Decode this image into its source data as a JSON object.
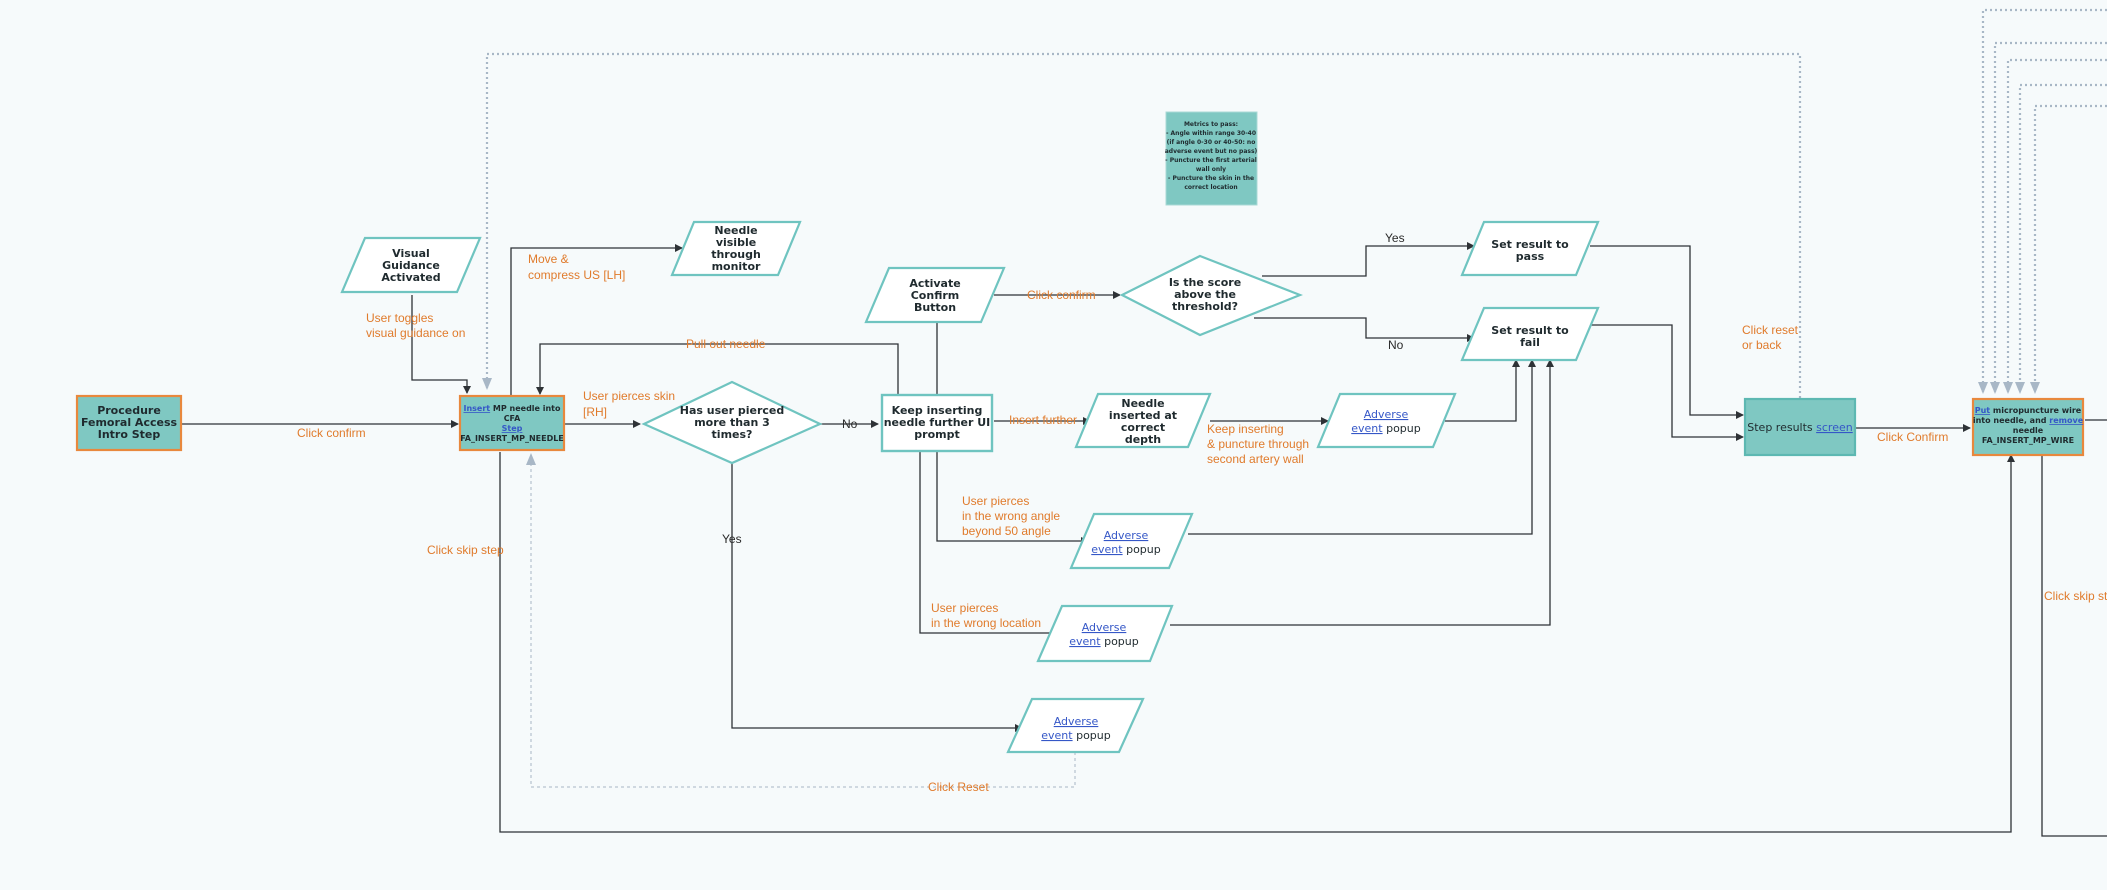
{
  "nodes": {
    "intro": {
      "lines": [
        "Procedure",
        "Femoral Access",
        "Intro Step"
      ]
    },
    "insert": {
      "link1": "Insert",
      "rest1": " MP needle into",
      "line2": "CFA",
      "link3": "Step",
      "line4": "FA_INSERT_MP_NEEDLE"
    },
    "visual_guidance": {
      "lines": [
        "Visual",
        "Guidance",
        "Activated"
      ]
    },
    "needle_visible": {
      "lines": [
        "Needle",
        "visible",
        "through",
        "monitor"
      ]
    },
    "pierced_3": {
      "lines": [
        "Has user pierced",
        "more than 3",
        "times?"
      ]
    },
    "keep_inserting": {
      "lines": [
        "Keep inserting",
        "needle further UI",
        "prompt"
      ]
    },
    "activate_confirm": {
      "lines": [
        "Activate",
        "Confirm",
        "Button"
      ]
    },
    "score_threshold": {
      "lines": [
        "Is the score",
        "above the",
        "threshold?"
      ]
    },
    "metrics_note": {
      "lines": [
        "Metrics to pass:",
        "- Angle within range 30-40",
        "(if angle 0-30 or 40-50: no",
        "adverse event but no pass)",
        "- Puncture the first arterial",
        "wall only",
        "- Puncture the skin in the",
        "correct location"
      ]
    },
    "needle_depth": {
      "lines": [
        "Needle",
        "inserted at",
        "correct",
        "depth"
      ]
    },
    "adverse_1": {
      "link1": "Adverse",
      "link2": "event",
      "rest2": " popup"
    },
    "adverse_2": {
      "link1": "Adverse",
      "link2": "event",
      "rest2": " popup"
    },
    "adverse_3": {
      "link1": "Adverse",
      "link2": "event",
      "rest2": " popup"
    },
    "adverse_4": {
      "link1": "Adverse",
      "link2": "event",
      "rest2": " popup"
    },
    "set_pass": {
      "lines": [
        "Set result to",
        "pass"
      ]
    },
    "set_fail": {
      "lines": [
        "Set result to",
        "fail"
      ]
    },
    "step_results": {
      "text": "Step results ",
      "link": "screen"
    },
    "put_wire": {
      "link1": "Put",
      "rest1": " micropuncture wire",
      "line2": "into needle, and ",
      "link2": "remove",
      "line3": "needle",
      "line4": "FA_INSERT_MP_WIRE"
    }
  },
  "edge_labels": {
    "click_confirm_1": "Click confirm",
    "user_toggles": [
      "User toggles",
      "visual guidance on"
    ],
    "move_compress": [
      "Move &",
      "compress US  [LH]"
    ],
    "user_pierces_skin": [
      "User pierces skin",
      "[RH]"
    ],
    "pull_out_needle": "Pull out needle",
    "no_1": "No",
    "yes_pierced": "Yes",
    "click_confirm_2": "Click confirm",
    "yes_score": "Yes",
    "no_score": "No",
    "insert_further": "Insert further",
    "keep_inserting_puncture": [
      "Keep inserting",
      "& puncture through",
      "second artery wall"
    ],
    "wrong_angle": [
      "User pierces",
      "in the wrong angle",
      "beyond 50 angle"
    ],
    "wrong_location": [
      "User pierces",
      "in the wrong location"
    ],
    "click_skip_step": "Click skip step",
    "click_reset": "Click Reset",
    "click_reset_back": [
      "Click reset",
      "or back"
    ],
    "click_confirm_3": "Click Confirm",
    "click_skip_step_right": "Click skip ste"
  },
  "colors": {
    "teal": "#7fc8c2",
    "teal_border": "#6fc4c0",
    "orange": "#e8883d",
    "label_orange": "#e07b2c",
    "link_blue": "#3557c7"
  }
}
